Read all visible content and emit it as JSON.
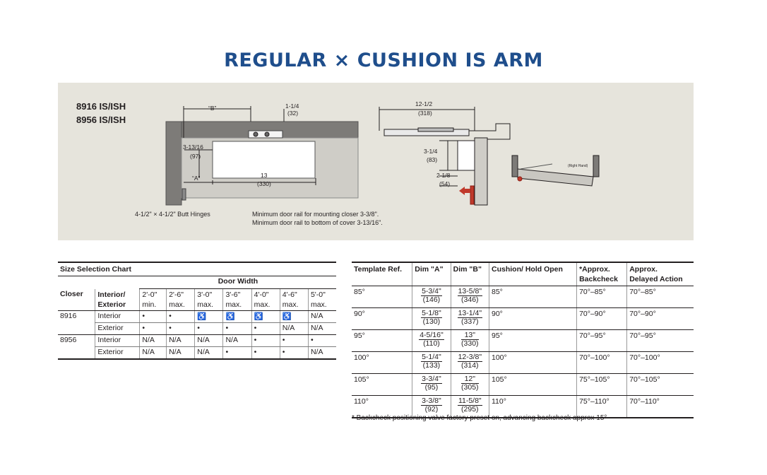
{
  "title": "REGULAR × CUSHION IS ARM",
  "models": [
    "8916 IS/ISH",
    "8956 IS/ISH"
  ],
  "diagram": {
    "dim_b": "“B”",
    "dim_a": "“A”",
    "dim_1_1_4": "1-1/4",
    "dim_32": "(32)",
    "dim_3_13_16": "3-13/16",
    "dim_97": "(97)",
    "dim_13": "13",
    "dim_330": "(330)",
    "dim_12_1_2": "12-1/2",
    "dim_318": "(318)",
    "dim_3_1_4": "3-1/4",
    "dim_83": "(83)",
    "dim_2_1_8": "2-1/8",
    "dim_54": "(54)",
    "right_hand": "(Right Hand)",
    "hinges_note": "4-1/2\" × 4-1/2\" Butt Hinges",
    "rail_note_1": "Minimum door rail for mounting closer 3-3/8\".",
    "rail_note_2": "Minimum door rail to bottom of cover 3-13/16\"."
  },
  "size_chart": {
    "caption": "Size Selection Chart",
    "door_width": "Door Width",
    "col_closer": "Closer",
    "col_int_ext_1": "Interior/",
    "col_int_ext_2": "Exterior",
    "widths": [
      {
        "w": "2'-0\"",
        "sub": "min."
      },
      {
        "w": "2'-6\"",
        "sub": "max."
      },
      {
        "w": "3'-0\"",
        "sub": "max."
      },
      {
        "w": "3'-6\"",
        "sub": "max."
      },
      {
        "w": "4'-0\"",
        "sub": "max."
      },
      {
        "w": "4'-6\"",
        "sub": "max."
      },
      {
        "w": "5'-0\"",
        "sub": "max."
      }
    ],
    "rows": [
      {
        "closer": "8916",
        "type": "Interior",
        "cells": [
          "•",
          "•",
          "♿",
          "♿",
          "♿",
          "♿",
          "N/A"
        ]
      },
      {
        "closer": "",
        "type": "Exterior",
        "cells": [
          "•",
          "•",
          "•",
          "•",
          "•",
          "N/A",
          "N/A"
        ]
      },
      {
        "closer": "8956",
        "type": "Interior",
        "cells": [
          "N/A",
          "N/A",
          "N/A",
          "N/A",
          "•",
          "•",
          "•"
        ]
      },
      {
        "closer": "",
        "type": "Exterior",
        "cells": [
          "N/A",
          "N/A",
          "N/A",
          "•",
          "•",
          "•",
          "N/A"
        ]
      }
    ]
  },
  "template_table": {
    "headers": [
      "Template Ref.",
      "Dim \"A\"",
      "Dim \"B\"",
      "Cushion/ Hold Open",
      "*Approx.",
      "Backcheck",
      "Approx.",
      "Delayed Action"
    ],
    "rows": [
      {
        "ref": "85°",
        "a_in": "5-3/4\"",
        "a_mm": "(146)",
        "b_in": "13-5/8\"",
        "b_mm": "(346)",
        "cushion": "85°",
        "backcheck": "70°–85°",
        "delayed": "70°–85°"
      },
      {
        "ref": "90°",
        "a_in": "5-1/8\"",
        "a_mm": "(130)",
        "b_in": "13-1/4\"",
        "b_mm": "(337)",
        "cushion": "90°",
        "backcheck": "70°–90°",
        "delayed": "70°–90°"
      },
      {
        "ref": "95°",
        "a_in": "4-5/16\"",
        "a_mm": "(110)",
        "b_in": "13\"",
        "b_mm": "(330)",
        "cushion": "95°",
        "backcheck": "70°–95°",
        "delayed": "70°–95°"
      },
      {
        "ref": "100°",
        "a_in": "5-1/4\"",
        "a_mm": "(133)",
        "b_in": "12-3/8\"",
        "b_mm": "(314)",
        "cushion": "100°",
        "backcheck": "70°–100°",
        "delayed": "70°–100°"
      },
      {
        "ref": "105°",
        "a_in": "3-3/4\"",
        "a_mm": "(95)",
        "b_in": "12\"",
        "b_mm": "(305)",
        "cushion": "105°",
        "backcheck": "75°–105°",
        "delayed": "70°–105°"
      },
      {
        "ref": "110°",
        "a_in": "3-3/8\"",
        "a_mm": "(92)",
        "b_in": "11-5/8\"",
        "b_mm": "(295)",
        "cushion": "110°",
        "backcheck": "75°–110°",
        "delayed": "70°–110°"
      }
    ],
    "footnote": "* Backcheck positioning valve factory preset on, advancing backcheck  approx 15°"
  }
}
